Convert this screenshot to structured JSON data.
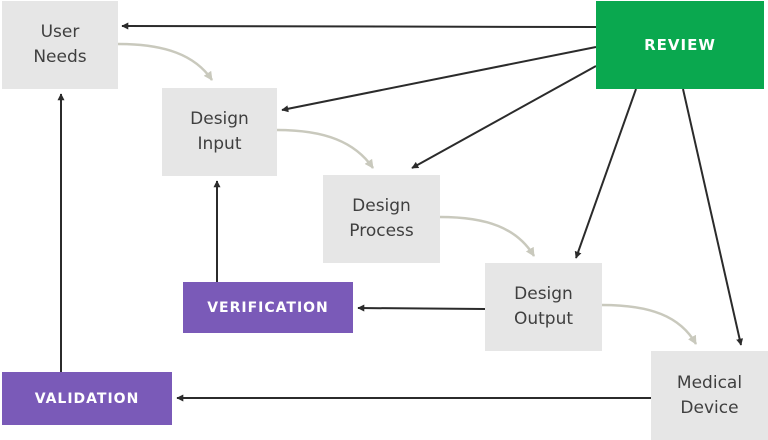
{
  "nodes": {
    "user_needs": "User\nNeeds",
    "design_input": "Design\nInput",
    "design_process": "Design\nProcess",
    "design_output": "Design\nOutput",
    "medical_device": "Medical\nDevice",
    "review": "REVIEW",
    "verification": "VERIFICATION",
    "validation": "VALIDATION"
  },
  "colors": {
    "stage_box": "#e6e6e6",
    "review": "#0aa84f",
    "check_box": "#7a5ab8",
    "dark_arrow": "#2b2b2b",
    "flow_arrow": "#c9c9bd"
  },
  "edges": [
    {
      "from": "review",
      "to": "user_needs",
      "style": "dark"
    },
    {
      "from": "review",
      "to": "design_input",
      "style": "dark"
    },
    {
      "from": "review",
      "to": "design_process",
      "style": "dark"
    },
    {
      "from": "review",
      "to": "design_output",
      "style": "dark"
    },
    {
      "from": "review",
      "to": "medical_device",
      "style": "dark"
    },
    {
      "from": "design_output",
      "to": "verification",
      "style": "dark"
    },
    {
      "from": "verification",
      "to": "design_input",
      "style": "dark"
    },
    {
      "from": "medical_device",
      "to": "validation",
      "style": "dark"
    },
    {
      "from": "validation",
      "to": "user_needs",
      "style": "dark"
    },
    {
      "from": "user_needs",
      "to": "design_input",
      "style": "flow"
    },
    {
      "from": "design_input",
      "to": "design_process",
      "style": "flow"
    },
    {
      "from": "design_process",
      "to": "design_output",
      "style": "flow"
    },
    {
      "from": "design_output",
      "to": "medical_device",
      "style": "flow"
    }
  ]
}
